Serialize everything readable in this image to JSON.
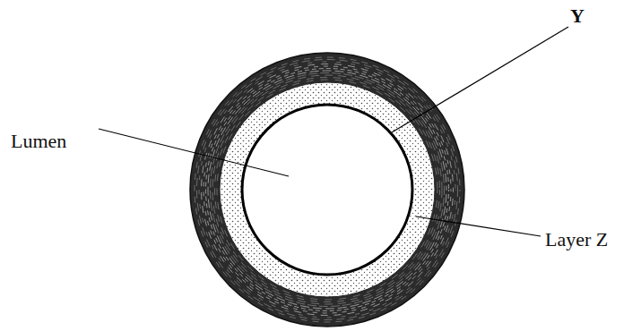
{
  "diagram": {
    "labels": [
      "Lumen",
      "Y",
      "Layer Z"
    ]
  }
}
